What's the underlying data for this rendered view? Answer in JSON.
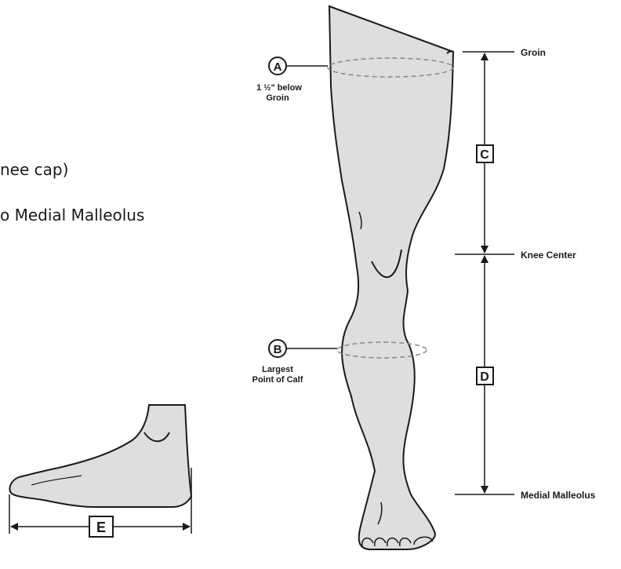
{
  "text_lines": [
    "nee cap)",
    "o Medial Malleolus"
  ],
  "markers": {
    "a": {
      "letter": "A",
      "caption": [
        "1 ½\" below",
        "Groin"
      ]
    },
    "b": {
      "letter": "B",
      "caption": [
        "Largest",
        "Point of Calf"
      ]
    }
  },
  "segments": {
    "c": "C",
    "d": "D",
    "e": "E"
  },
  "levels": {
    "groin": "Groin",
    "knee_center": "Knee Center",
    "medial_malleolus": "Medial Malleolus"
  },
  "colors": {
    "limb_fill": "#dedede",
    "line": "#1a1a1a",
    "dashed": "#888888"
  }
}
